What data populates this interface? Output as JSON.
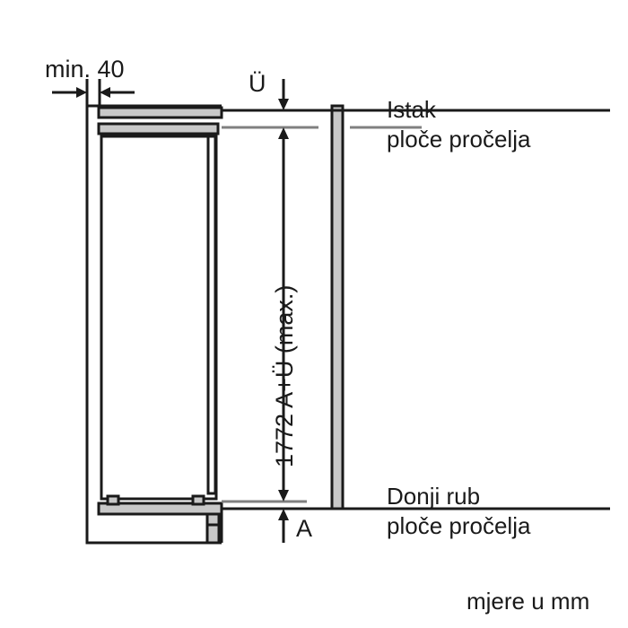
{
  "drawing": {
    "title_units": "mjere u mm",
    "dimensions": {
      "min_gap": "min. 40",
      "overlap_top": "Ü",
      "total_height": "1772 A+Ü (max.)",
      "gap_bottom": "A"
    },
    "callouts": {
      "top_line1": "Istak",
      "top_line2": "ploče pročelja",
      "bottom_line1": "Donji rub",
      "bottom_line2": "ploče pročelja"
    },
    "colors": {
      "line": "#1a1a1a",
      "fill_gray": "#c8c8c8",
      "reference_gray": "#808080",
      "background": "#ffffff"
    }
  }
}
